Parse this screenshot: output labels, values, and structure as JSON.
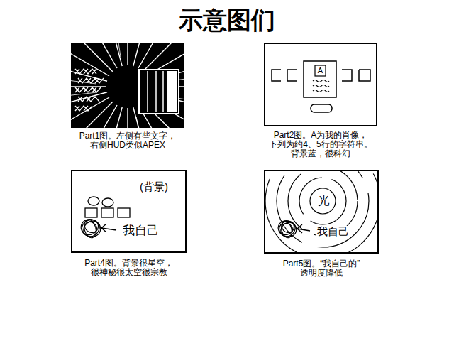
{
  "diagram": {
    "title": "示意图们",
    "nodes": [
      {
        "text": [
          "Part1图。左侧有些文字， 右侧HUD类似APEX"
        ]
      },
      {
        "text": [
          "Part2图。A为我的肖像， 下列为约4、5行的字符串。 背景蓝，很科幻"
        ]
      },
      {
        "text": [
          "Part4图。背景很星空， 很神秘很太空很宗教"
        ]
      },
      {
        "text": [
          "Part5图。“我自己的” 透明度降低"
        ]
      }
    ],
    "labels": [
      "A",
      "(背景)",
      "我自己",
      "光",
      "我自己"
    ]
  }
}
